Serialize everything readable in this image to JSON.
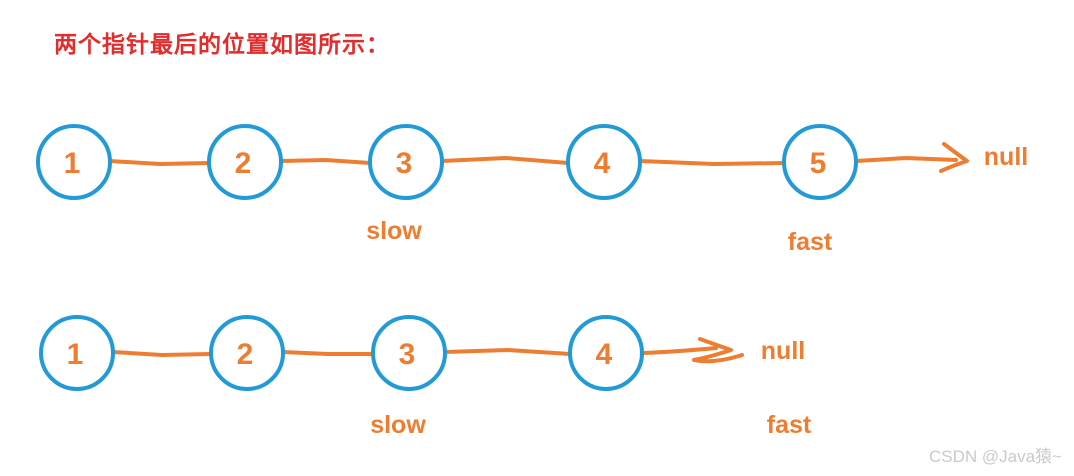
{
  "title": {
    "text": "两个指针最后的位置如图所示："
  },
  "colors": {
    "node_blue": "#229ad6",
    "accent_orange": "#ed7d31",
    "title_red": "#e32c2c",
    "watermark_gray": "#c7cacd"
  },
  "lists": [
    {
      "name": "list-odd-length",
      "nodes": [
        "1",
        "2",
        "3",
        "4",
        "5"
      ],
      "tail_label": "null",
      "pointers": [
        {
          "label": "slow",
          "anchor": "node",
          "node_index": 2
        },
        {
          "label": "fast",
          "anchor": "node",
          "node_index": 4
        }
      ]
    },
    {
      "name": "list-even-length",
      "nodes": [
        "1",
        "2",
        "3",
        "4"
      ],
      "tail_label": "null",
      "pointers": [
        {
          "label": "slow",
          "anchor": "node",
          "node_index": 2
        },
        {
          "label": "fast",
          "anchor": "tail"
        }
      ]
    }
  ],
  "watermark": {
    "text": "CSDN @Java猿~"
  }
}
